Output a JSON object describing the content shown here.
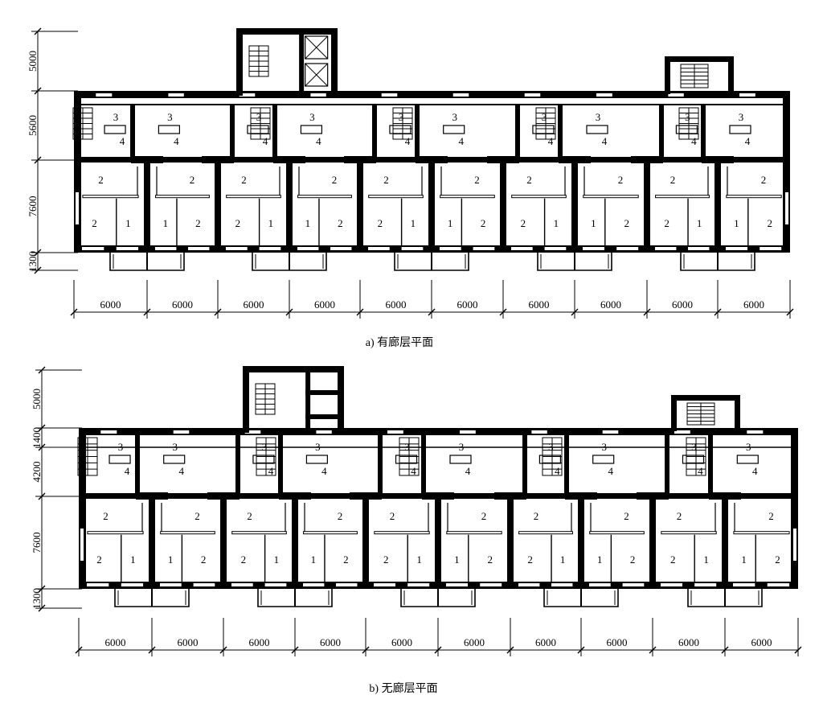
{
  "plans": [
    {
      "id": "corridor-floor",
      "caption": "a) 有廊层平面",
      "bay_labels": [
        "6000",
        "6000",
        "6000",
        "6000",
        "6000",
        "6000",
        "6000",
        "6000",
        "6000",
        "6000"
      ],
      "depth_labels": [
        "5000",
        "5600",
        "7600",
        "1300"
      ],
      "unit_labels": {
        "bed": "1",
        "room": "2",
        "kitchen": "3",
        "bath": "4"
      }
    },
    {
      "id": "no-corridor-floor",
      "caption": "b) 无廊层平面",
      "bay_labels": [
        "6000",
        "6000",
        "6000",
        "6000",
        "6000",
        "6000",
        "6000",
        "6000",
        "6000",
        "6000"
      ],
      "depth_labels": [
        "5000",
        "1400",
        "4200",
        "7600",
        "1300"
      ],
      "unit_labels": {
        "bed": "1",
        "room": "2",
        "kitchen": "3",
        "bath": "4"
      }
    }
  ],
  "colors": {
    "ink": "#000000",
    "paper": "#ffffff"
  }
}
